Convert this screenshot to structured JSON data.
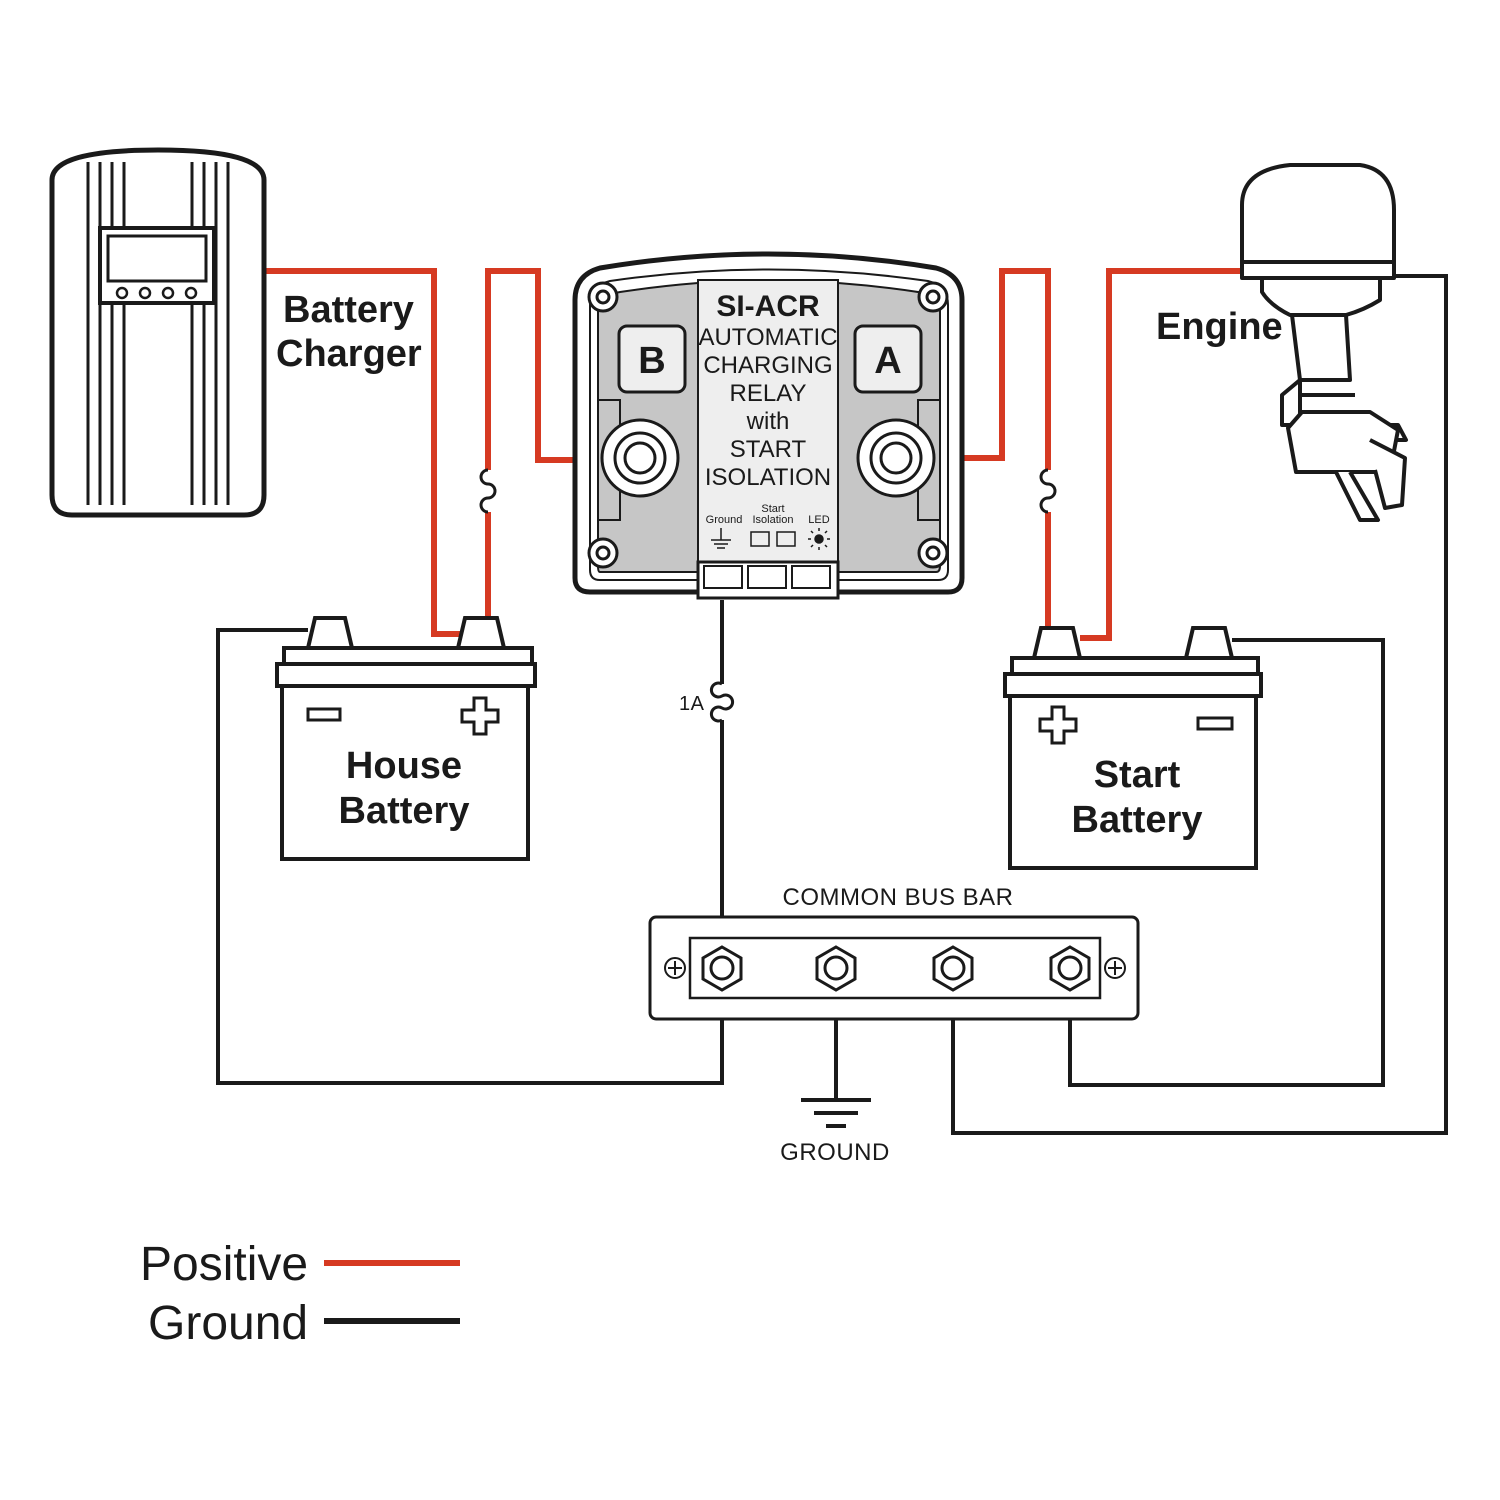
{
  "colors": {
    "positive": "#d63a22",
    "ground": "#1a1a1a",
    "relay_body": "#c6c6c6",
    "relay_label_panel": "#eeeeee"
  },
  "labels": {
    "battery_charger_line1": "Battery",
    "battery_charger_line2": "Charger",
    "engine": "Engine",
    "house_battery_line1": "House",
    "house_battery_line2": "Battery",
    "start_battery_line1": "Start",
    "start_battery_line2": "Battery",
    "common_bus_bar": "COMMON BUS BAR",
    "ground": "GROUND",
    "fuse_rating": "1A"
  },
  "relay": {
    "title": "SI-ACR",
    "line1": "AUTOMATIC",
    "line2": "CHARGING",
    "line3": "RELAY",
    "line4": "with",
    "line5": "START",
    "line6": "ISOLATION",
    "terminal_b": "B",
    "terminal_a": "A",
    "indicator_ground": "Ground",
    "indicator_start_1": "Start",
    "indicator_start_2": "Isolation",
    "indicator_led": "LED"
  },
  "legend": [
    {
      "label": "Positive",
      "color": "#d63a22"
    },
    {
      "label": "Ground",
      "color": "#1a1a1a"
    }
  ],
  "icons": [
    "battery-charger-icon",
    "outboard-engine-icon",
    "relay-icon",
    "fuse-icon",
    "battery-icon",
    "bus-bar-icon",
    "ground-symbol-icon",
    "led-icon"
  ]
}
